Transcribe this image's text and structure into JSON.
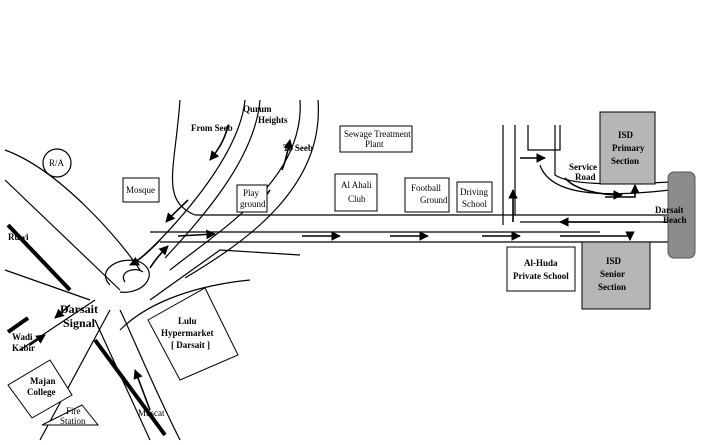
{
  "labels": {
    "qurum_heights": [
      "Qurum",
      "Heights"
    ],
    "from_seeb": "From Seeb",
    "to_seeb": "To Seeb",
    "sewage": [
      "Sewage Treatment",
      "Plant"
    ],
    "ra": "R/A",
    "mosque": "Mosque",
    "playground": [
      "Play",
      "ground"
    ],
    "al_ahali": [
      "Al Ahali",
      "Club"
    ],
    "football": [
      "Football",
      "Ground"
    ],
    "driving": [
      "Driving",
      "School"
    ],
    "service_road": [
      "Service",
      "Road"
    ],
    "isd_primary": [
      "ISD",
      "Primary",
      "Section"
    ],
    "darsait_beach": [
      "Darsait",
      "Beach"
    ],
    "ruwi": "Ruwi",
    "al_huda": [
      "Al-Huda",
      "Private School"
    ],
    "isd_senior": [
      "ISD",
      "Senior",
      "Section"
    ],
    "darsait_signal": [
      "Darsait",
      "Signal"
    ],
    "lulu": [
      "Lulu",
      "Hypermarket",
      "[ Darsait ]"
    ],
    "wadi_kabir": [
      "Wadi",
      "Kabir"
    ],
    "majan": [
      "Majan",
      "College"
    ],
    "fire_station": [
      "Fire",
      "Station"
    ],
    "muscat": "Muscat"
  }
}
